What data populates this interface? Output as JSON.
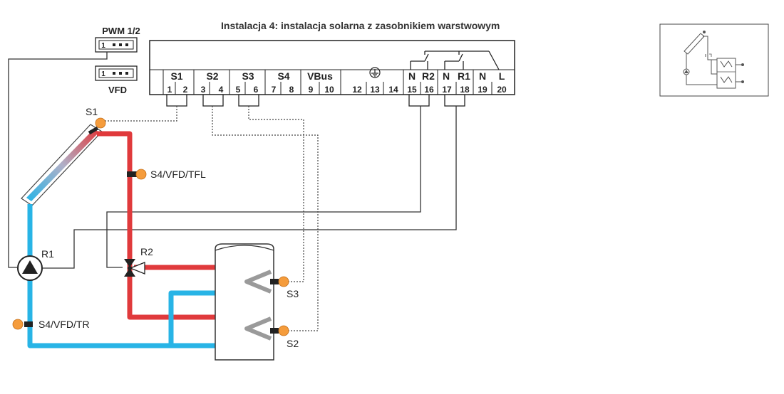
{
  "title": "Instalacja 4: instalacja solarna z zasobnikiem warstwowym",
  "pwm_label": "PWM 1/2",
  "vfd_label": "VFD",
  "connector_pin": "1",
  "terminal_labels": [
    "S1",
    "S2",
    "S3",
    "S4",
    "VBus",
    "N",
    "R2",
    "N",
    "R1",
    "N",
    "L"
  ],
  "terminal_numbers": [
    "1",
    "2",
    "3",
    "4",
    "5",
    "6",
    "7",
    "8",
    "9",
    "10",
    "12",
    "13",
    "14",
    "15",
    "16",
    "17",
    "18",
    "19",
    "20"
  ],
  "sensors": {
    "s1": "S1",
    "s2": "S2",
    "s3": "S3",
    "tfl": "S4/VFD/TFL",
    "tr": "S4/VFD/TR"
  },
  "actuators": {
    "pump": "R1",
    "valve": "R2"
  },
  "colors": {
    "hot": "#e03a3c",
    "cold": "#28b4e6",
    "coil": "#9a9a9a",
    "sensor": "#f59c3c",
    "wire": "#333333"
  }
}
